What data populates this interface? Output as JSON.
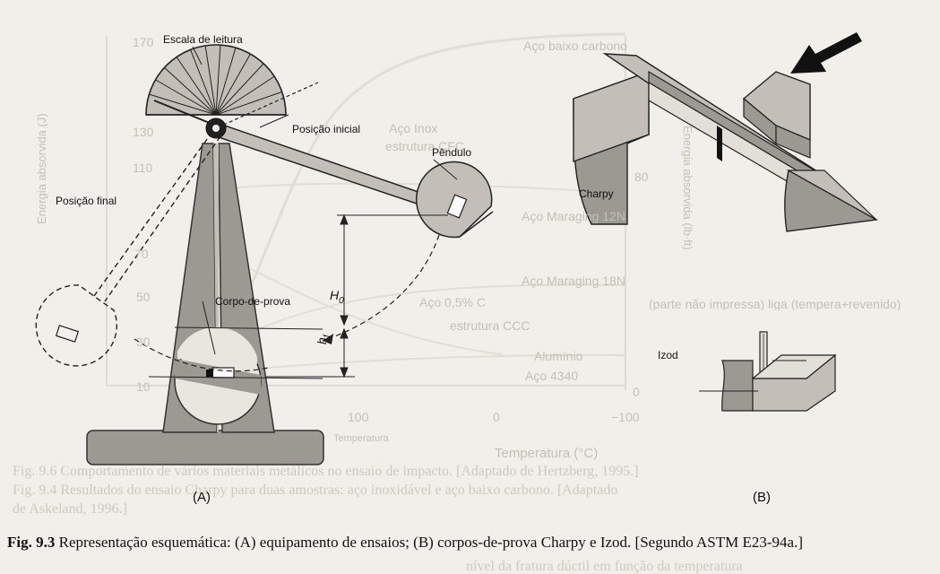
{
  "labels": {
    "reading_scale": "Escala de leitura",
    "initial_position": "Posição inicial",
    "final_position": "Posição final",
    "pendulum": "Pêndulo",
    "specimen": "Corpo-de-prova",
    "h0": "H",
    "h0_sub": "0",
    "hf": "h",
    "hf_sub": "f",
    "charpy": "Charpy",
    "izod": "Izod",
    "panel_a": "(A)",
    "panel_b": "(B)"
  },
  "caption": {
    "number": "Fig. 9.3",
    "text": " Representação esquemática: (A) equipamento de ensaios; (B) corpos-de-prova Charpy e Izod. [Segundo ASTM E23-94a.]"
  },
  "bleed_through": {
    "texts": [
      "Aço baixo carbono",
      "Aço Inox",
      "estrutura CFC",
      "Aço Maraging 12N",
      "Aço Maraging 18N",
      "Aço 0,5% C",
      "estrutura CCC",
      "Alumínio",
      "Aço 4340",
      "Temperatura (°C)",
      "Temperatura",
      "−100",
      "0",
      "100",
      "80",
      "0",
      "170",
      "130",
      "110",
      "70",
      "50",
      "30",
      "10",
      "(parte não impressa) liga (tempera+revenido)",
      "Energia absorvida (J)",
      "Energia absorvida (lb·ft)"
    ],
    "caption_lines": [
      "Fig. 9.6 Comportamento de vários materiais metálicos no ensaio de impacto. [Adaptado de Hertzberg, 1995.]",
      "Fig. 9.4 Resultados do ensaio Charpy para duas amostras: aço inoxidável e aço baixo carbono. [Adaptado",
      "de Askeland, 1996.]",
      "nível da fratura dúctil em função da temperatura"
    ]
  },
  "colors": {
    "background": "#f1efe9",
    "fill_gray": "#9c9892",
    "light_gray": "#c3bfb8",
    "ink": "#111111"
  }
}
